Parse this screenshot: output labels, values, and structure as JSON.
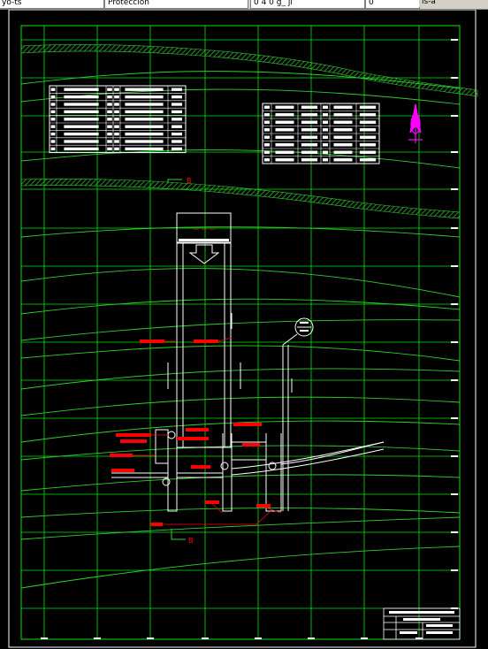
{
  "toolbar": {
    "fields": [
      "yo-ts",
      "Proteccion",
      "0 4  0  g_ ji",
      "0 ",
      "ls-a"
    ]
  },
  "drawing": {
    "background": "#000000",
    "colors": {
      "frame": "#ffffff",
      "grid": "#00e600",
      "contour": "#33cc33",
      "structure": "#ffffff",
      "annotation": "#ff0000",
      "north": "#ff00ff"
    },
    "section_label_top": "B",
    "section_label_bottom": "B",
    "dam_top_label": "— — —"
  },
  "icons": [
    "north-arrow-icon",
    "detail-callout-icon",
    "flow-arrow-icon"
  ]
}
